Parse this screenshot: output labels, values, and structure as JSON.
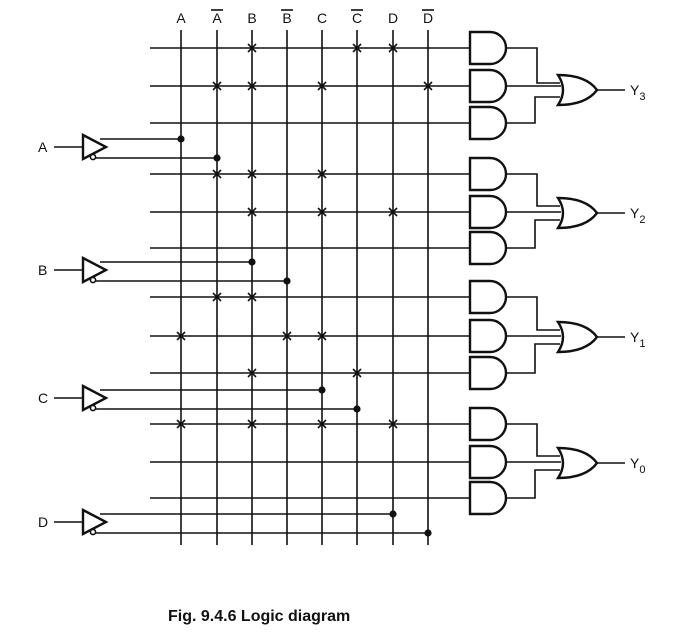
{
  "columns": [
    {
      "name": "A",
      "inverted": false
    },
    {
      "name": "A",
      "inverted": true
    },
    {
      "name": "B",
      "inverted": false
    },
    {
      "name": "B",
      "inverted": true
    },
    {
      "name": "C",
      "inverted": false
    },
    {
      "name": "C",
      "inverted": true
    },
    {
      "name": "D",
      "inverted": false
    },
    {
      "name": "D",
      "inverted": true
    }
  ],
  "inputs": [
    "A",
    "B",
    "C",
    "D"
  ],
  "outputs": [
    {
      "label": "Y",
      "sub": "3"
    },
    {
      "label": "Y",
      "sub": "2"
    },
    {
      "label": "Y",
      "sub": "1"
    },
    {
      "label": "Y",
      "sub": "0"
    }
  ],
  "product_terms": [
    [
      2,
      5,
      6
    ],
    [
      1,
      2,
      4,
      7
    ],
    [],
    [
      1,
      2,
      4
    ],
    [
      2,
      4,
      6
    ],
    [],
    [
      1,
      2
    ],
    [
      0,
      3,
      4
    ],
    [
      2,
      5
    ],
    [
      0,
      2,
      4,
      6
    ],
    [],
    []
  ],
  "caption": "Fig. 9.4.6 Logic diagram"
}
